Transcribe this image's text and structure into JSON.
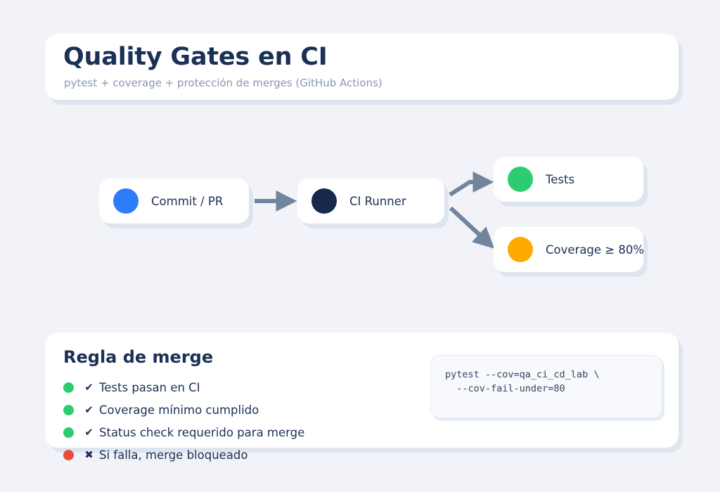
{
  "header": {
    "title": "Quality Gates en CI",
    "subtitle": "pytest + coverage + protección de merges (GitHub Actions)"
  },
  "flow": {
    "nodes": [
      {
        "id": "commit",
        "label": "Commit / PR",
        "dot_color": "#2d7dfa",
        "dot_icon": "blue-circle-icon"
      },
      {
        "id": "runner",
        "label": "CI Runner",
        "dot_color": "#16294d",
        "dot_icon": "navy-circle-icon"
      },
      {
        "id": "tests",
        "label": "Tests",
        "dot_color": "#2ecc71",
        "dot_icon": "green-circle-icon"
      },
      {
        "id": "coverage",
        "label": "Coverage ≥ 80%",
        "dot_color": "#ffa800",
        "dot_icon": "orange-circle-icon"
      }
    ],
    "arrow_color": "#71859c",
    "edges": [
      {
        "from": "commit",
        "to": "runner"
      },
      {
        "from": "runner",
        "to": "tests"
      },
      {
        "from": "runner",
        "to": "coverage"
      }
    ]
  },
  "rules": {
    "heading": "Regla de merge",
    "items": [
      {
        "dot_color": "#2ecc71",
        "mark": "✔",
        "text": "Tests pasan en CI"
      },
      {
        "dot_color": "#2ecc71",
        "mark": "✔",
        "text": "Coverage mínimo cumplido"
      },
      {
        "dot_color": "#2ecc71",
        "mark": "✔",
        "text": "Status check requerido para merge"
      },
      {
        "dot_color": "#e74c3c",
        "mark": "✖",
        "text": "Si falla, merge bloqueado"
      }
    ]
  },
  "code": {
    "content": "pytest --cov=qa_ci_cd_lab \\\n  --cov-fail-under=80"
  },
  "theme": {
    "background": "#f1f3f8",
    "card_background": "#ffffff",
    "text_primary": "#1b3055",
    "text_muted": "#8a97ad",
    "shadow": "#dfe5ee"
  }
}
